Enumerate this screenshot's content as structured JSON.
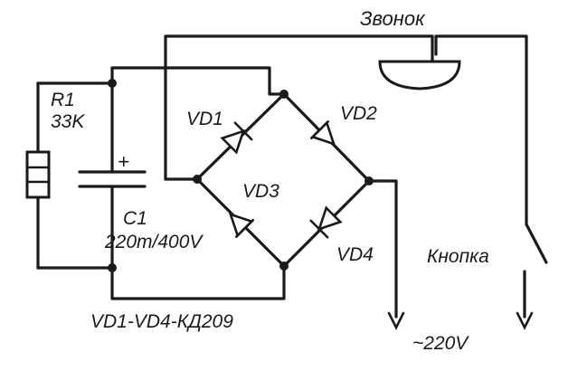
{
  "components": {
    "bell_label": "Звонок",
    "resistor_name": "R1",
    "resistor_value": "33K",
    "capacitor_name": "C1",
    "capacitor_value": "220m/400V",
    "capacitor_polarity": "+",
    "diode1": "VD1",
    "diode2": "VD2",
    "diode3": "VD3",
    "diode4": "VD4",
    "button_label": "Кнопка",
    "diode_type": "VD1-VD4-КД209",
    "mains_voltage": "~220V"
  },
  "colors": {
    "ink": "#1a1a1a",
    "background": "#ffffff"
  }
}
